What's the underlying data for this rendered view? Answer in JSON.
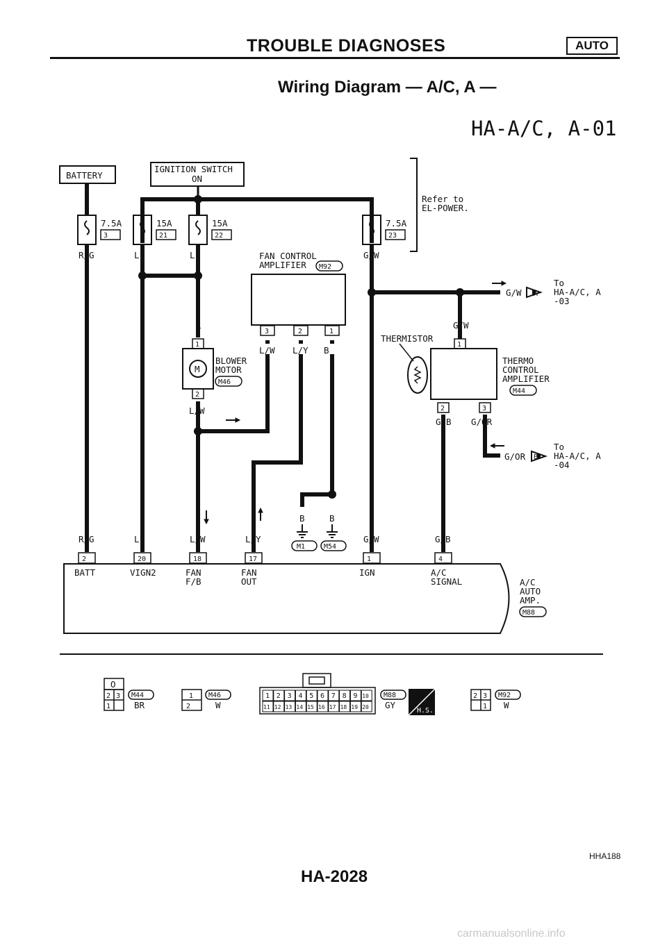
{
  "header": {
    "section": "TROUBLE DIAGNOSES",
    "badge": "AUTO"
  },
  "title": "Wiring Diagram — A/C, A —",
  "diagram_id": "HA-A/C, A-01",
  "boxes": {
    "battery": "BATTERY",
    "ignition_line1": "IGNITION SWITCH",
    "ignition_line2": "ON"
  },
  "refer": {
    "line1": "Refer to",
    "line2": "EL-POWER."
  },
  "fuses": [
    {
      "rating": "7.5A",
      "num": "3",
      "wire": "R/G"
    },
    {
      "rating": "15A",
      "num": "21",
      "wire": "L"
    },
    {
      "rating": "15A",
      "num": "22",
      "wire": "L"
    },
    {
      "rating": "7.5A",
      "num": "23",
      "wire": "G/W"
    }
  ],
  "fan_amp": {
    "line1": "FAN CONTROL",
    "line2": "AMPLIFIER",
    "conn": "M92",
    "pins": [
      "3",
      "2",
      "1"
    ],
    "wires": [
      "L/W",
      "L/Y",
      "B"
    ]
  },
  "blower": {
    "line1": "BLOWER",
    "line2": "MOTOR",
    "conn": "M46",
    "pin1": "1",
    "pin2": "2",
    "wire_in": "L",
    "wire_out": "L/W",
    "symbol": "M"
  },
  "thermo": {
    "thermistor": "THERMISTOR",
    "line1": "THERMO",
    "line2": "CONTROL",
    "line3": "AMPLIFIER",
    "conn": "M44",
    "pin1": "1",
    "pin2": "2",
    "pin3": "3",
    "wire_in": "G/W",
    "wire2": "G/B",
    "wire3": "G/OR"
  },
  "offpage": [
    {
      "wire": "G/W",
      "letter": "A",
      "to": "To",
      "ref1": "HA-A/C, A",
      "ref2": "-03"
    },
    {
      "wire": "G/OR",
      "letter": "B",
      "to": "To",
      "ref1": "HA-A/C, A",
      "ref2": "-04"
    }
  ],
  "grounds": [
    {
      "wire": "B",
      "conn": "M1"
    },
    {
      "wire": "B",
      "conn": "M54"
    }
  ],
  "auto_amp": {
    "line1": "A/C",
    "line2": "AUTO",
    "line3": "AMP.",
    "conn": "M88",
    "terminals": [
      {
        "wire": "R/G",
        "pin": "2",
        "label1": "BATT",
        "label2": ""
      },
      {
        "wire": "L",
        "pin": "20",
        "label1": "VIGN2",
        "label2": ""
      },
      {
        "wire": "L/W",
        "pin": "18",
        "label1": "FAN",
        "label2": "F/B"
      },
      {
        "wire": "L/Y",
        "pin": "17",
        "label1": "FAN",
        "label2": "OUT"
      },
      {
        "wire": "G/W",
        "pin": "1",
        "label1": "IGN",
        "label2": ""
      },
      {
        "wire": "G/B",
        "pin": "4",
        "label1": "A/C",
        "label2": "SIGNAL"
      }
    ]
  },
  "connectors": [
    {
      "id": "M44",
      "color": "BR",
      "top": "O",
      "rows": [
        [
          "2",
          "3"
        ],
        [
          "1"
        ]
      ]
    },
    {
      "id": "M46",
      "color": "W",
      "rows": [
        [
          "1"
        ],
        [
          "2"
        ]
      ]
    },
    {
      "id": "M88",
      "color": "GY",
      "rows": [
        [
          "1",
          "2",
          "3",
          "4",
          "5",
          "6",
          "7",
          "8",
          "9",
          "10"
        ],
        [
          "11",
          "12",
          "13",
          "14",
          "15",
          "16",
          "17",
          "18",
          "19",
          "20"
        ]
      ]
    },
    {
      "id": "M92",
      "color": "W",
      "rows": [
        [
          "2",
          "3"
        ],
        [
          "1"
        ]
      ]
    }
  ],
  "hs_label": "H.S.",
  "figure_code": "HHA188",
  "page": "HA-2028",
  "watermark": "carmanualsonline.info"
}
